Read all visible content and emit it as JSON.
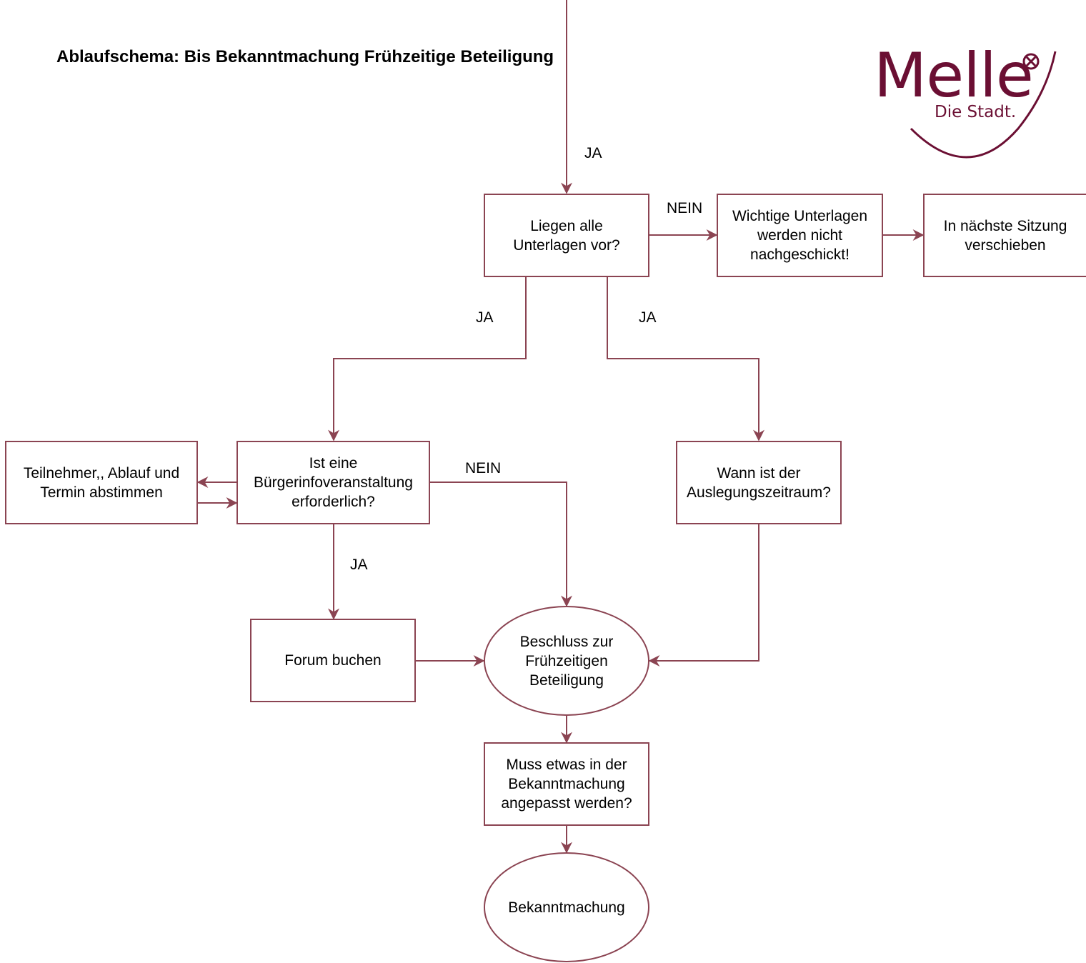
{
  "title": "Ablaufschema: Bis Bekanntmachung Frühzeitige Beteiligung",
  "logo": {
    "word": "Melle",
    "tagline": "Die Stadt.",
    "color": "#6b0f33"
  },
  "colors": {
    "stroke": "#8b4452",
    "text": "#000000"
  },
  "nodes": {
    "liegen": "Liegen alle\nUnterlagen vor?",
    "wichtige": "Wichtige Unterlagen\nwerden nicht\nnachgeschickt!",
    "naechste": "In nächste Sitzung\nverschieben",
    "teilnehmer": "Teilnehmer,, Ablauf und\nTermin abstimmen",
    "buerger": "Ist eine\nBürgerinfoveranstaltung\nerforderlich?",
    "wann": "Wann ist der\nAuslegungszeitraum?",
    "forum": "Forum buchen",
    "beschluss": "Beschluss zur\nFrühzeitigen\nBeteiligung",
    "muss": "Muss etwas in der\nBekanntmachung\nangepasst werden?",
    "bekannt": "Bekanntmachung"
  },
  "edge_labels": {
    "top_ja": "JA",
    "nein_wichtige": "NEIN",
    "ja_left": "JA",
    "ja_right": "JA",
    "nein_buerger": "NEIN",
    "ja_forum": "JA"
  }
}
